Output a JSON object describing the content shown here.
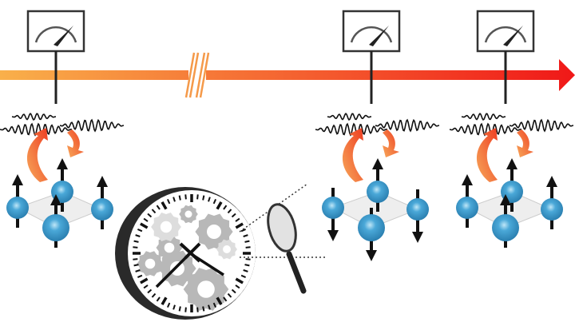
{
  "colors": {
    "timeline_start": "#f9b04a",
    "timeline_end": "#f01818",
    "sphere": "#4aa8d8",
    "sphere_highlight": "#bfe6f7",
    "gear": "#b8b8b8",
    "clock_rim": "#2a2a2a",
    "transfer_arrow_start": "#f7a85a",
    "transfer_arrow_end": "#ee3d22"
  },
  "icons": {
    "meter": "analog-meter-icon",
    "clock": "clock-with-gears-icon",
    "magnifier": "magnifying-glass-icon",
    "spin": "spin-arrow-icon",
    "axis_break": "axis-break-icon"
  },
  "panels": [
    {
      "spins": {
        "left": "up",
        "top": "up",
        "right": "up",
        "bottom": "up"
      }
    },
    {
      "spins": {
        "left": "down",
        "top": "up",
        "right": "down",
        "bottom": "down"
      }
    },
    {
      "spins": {
        "left": "up",
        "top": "up",
        "right": "up",
        "bottom": "up"
      }
    }
  ]
}
